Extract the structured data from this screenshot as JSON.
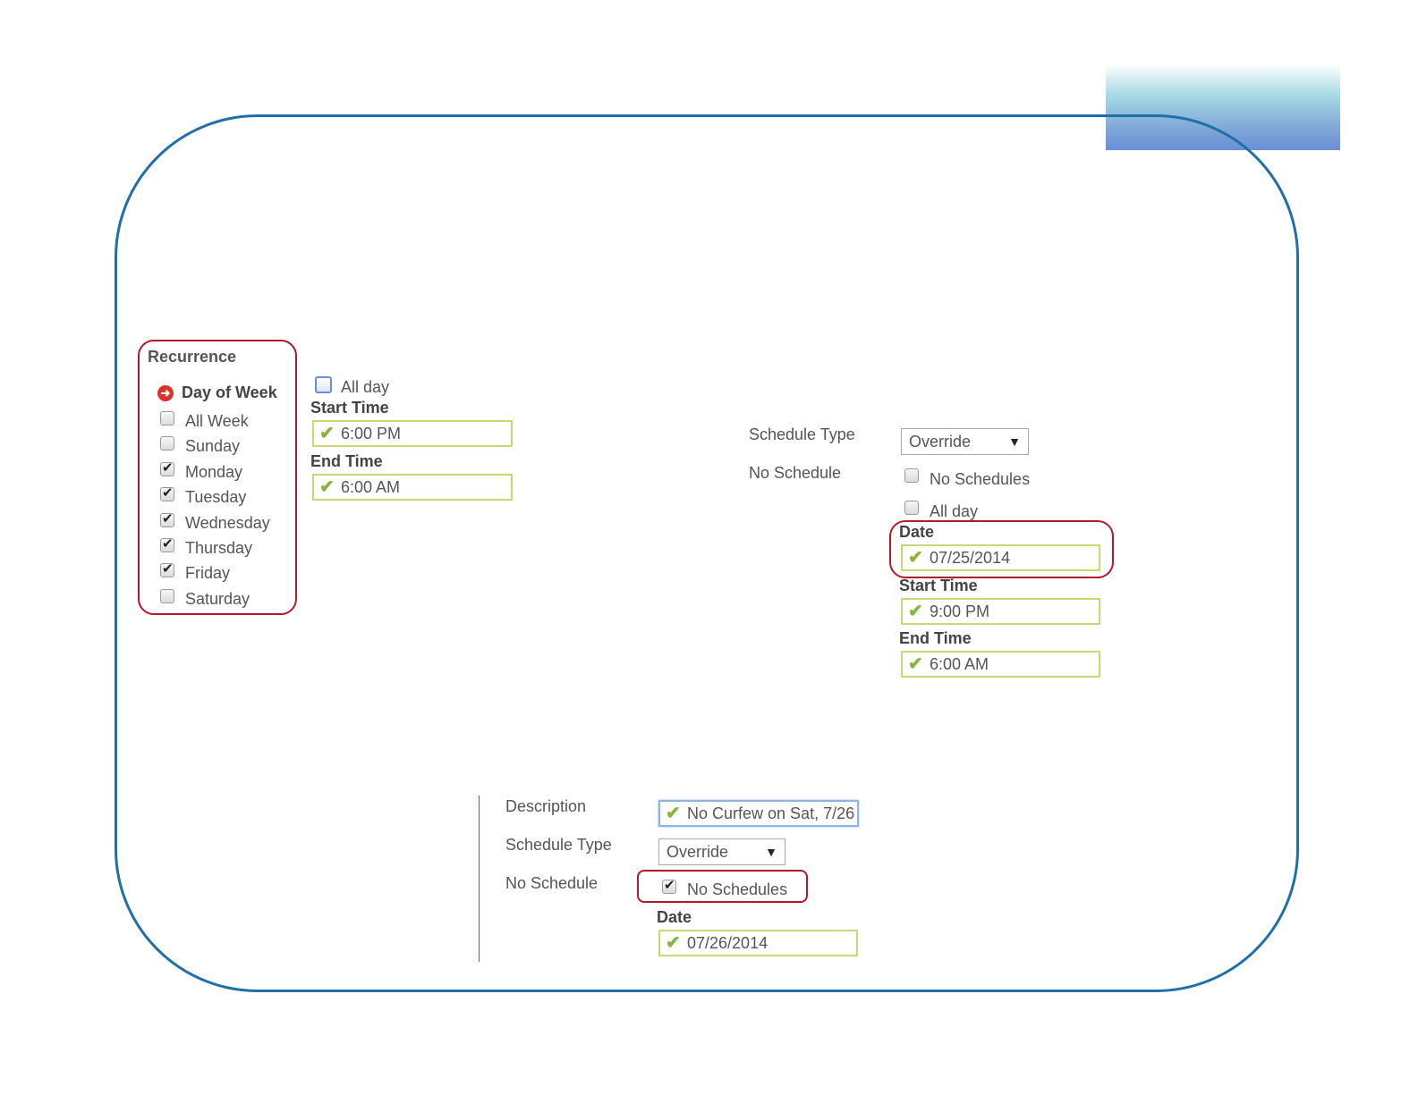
{
  "recurrence": {
    "title": "Recurrence",
    "day_of_week_label": "Day of Week",
    "days": [
      {
        "label": "All Week",
        "checked": false
      },
      {
        "label": "Sunday",
        "checked": false
      },
      {
        "label": "Monday",
        "checked": true
      },
      {
        "label": "Tuesday",
        "checked": true
      },
      {
        "label": "Wednesday",
        "checked": true
      },
      {
        "label": "Thursday",
        "checked": true
      },
      {
        "label": "Friday",
        "checked": true
      },
      {
        "label": "Saturday",
        "checked": false
      }
    ]
  },
  "time_panel": {
    "all_day_label": "All day",
    "start_time_label": "Start Time",
    "start_time_value": "6:00 PM",
    "end_time_label": "End Time",
    "end_time_value": "6:00 AM"
  },
  "override_panel": {
    "schedule_type_label": "Schedule Type",
    "schedule_type_value": "Override",
    "no_schedule_label": "No Schedule",
    "no_schedules_checkbox_label": "No Schedules",
    "all_day_label": "All day",
    "date_label": "Date",
    "date_value": "07/25/2014",
    "start_time_label": "Start Time",
    "start_time_value": "9:00 PM",
    "end_time_label": "End Time",
    "end_time_value": "6:00 AM"
  },
  "bottom_panel": {
    "description_label": "Description",
    "description_value": "No Curfew on Sat, 7/26",
    "schedule_type_label": "Schedule Type",
    "schedule_type_value": "Override",
    "no_schedule_label": "No Schedule",
    "no_schedules_checkbox_label": "No Schedules",
    "date_label": "Date",
    "date_value": "07/26/2014"
  },
  "colors": {
    "frame": "#1f6fa8",
    "highlight": "#b3182b",
    "field_border": "#c8d96f",
    "check": "#8ab43a"
  }
}
